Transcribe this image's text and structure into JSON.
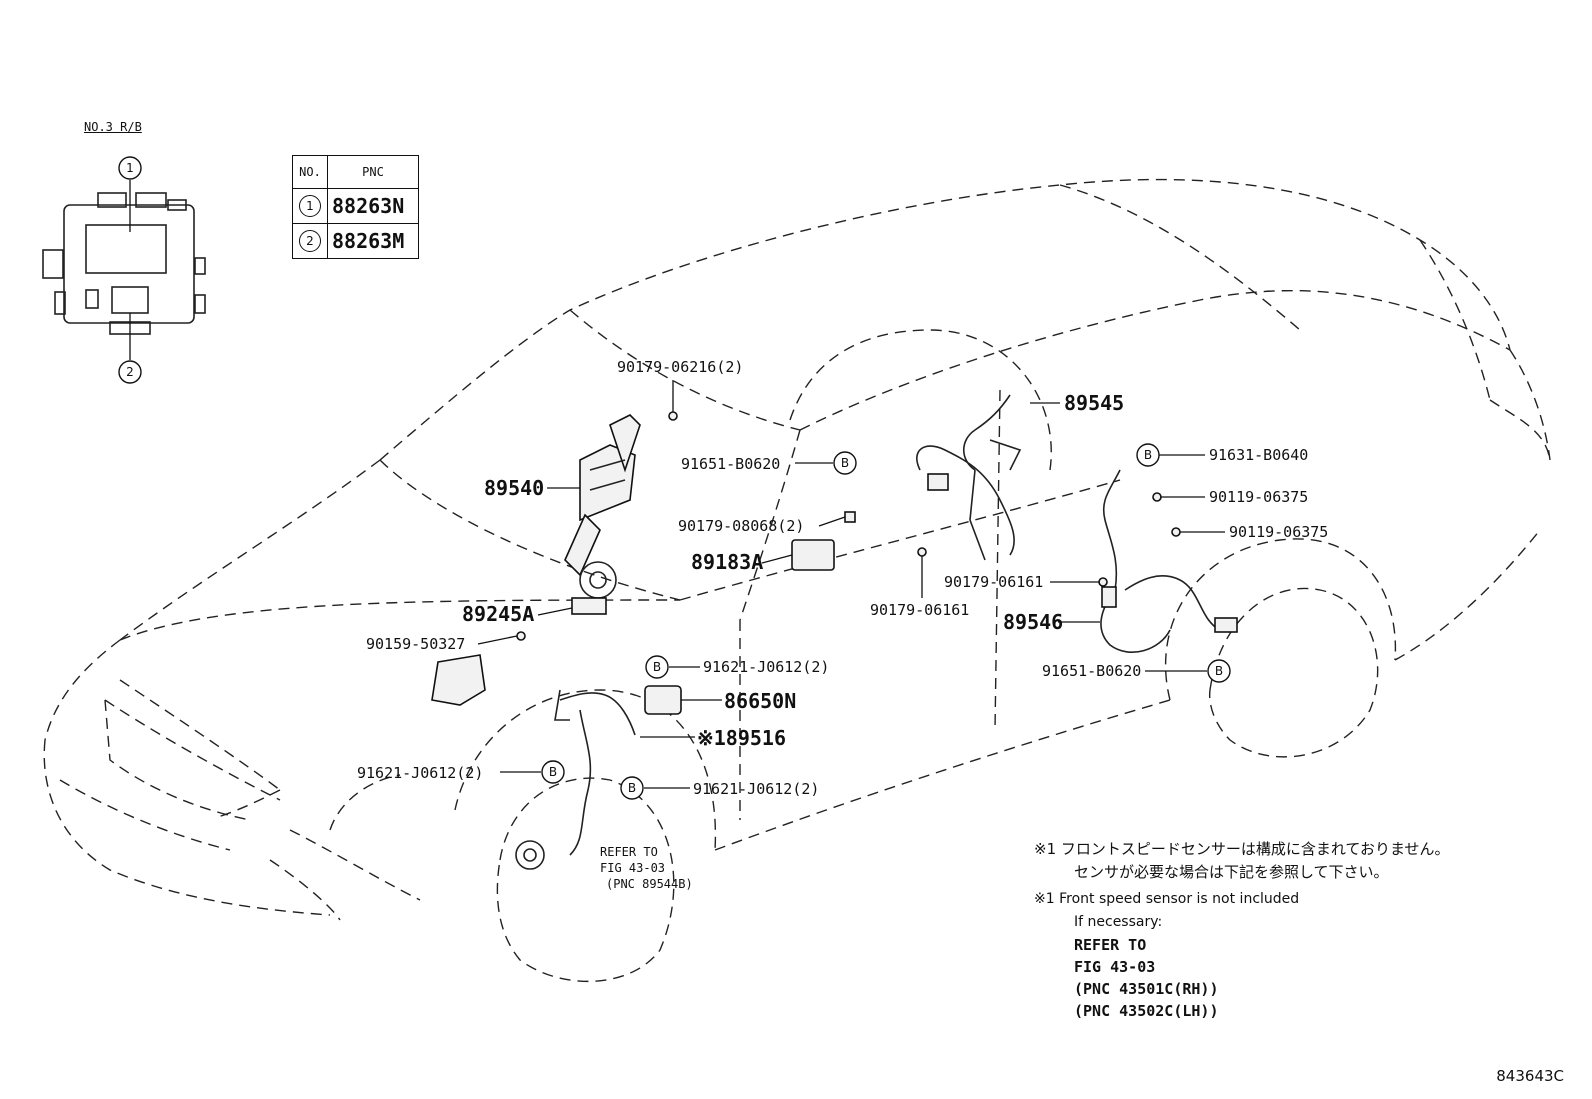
{
  "relay_block": {
    "title": "NO.3 R/B",
    "markers": [
      "1",
      "2"
    ]
  },
  "pnc_table": {
    "headers": [
      "NO.",
      "PNC"
    ],
    "rows": [
      {
        "no": "1",
        "pnc": "88263N"
      },
      {
        "no": "2",
        "pnc": "88263M"
      }
    ]
  },
  "callouts": {
    "p90179_06216": "90179-06216(2)",
    "p89540": "89540",
    "p91651_b0620_a": "91651-B0620",
    "p90179_08068": "90179-08068(2)",
    "p89183a": "89183A",
    "p89245a": "89245A",
    "p90159_50327": "90159-50327",
    "p91621_j0612_a": "91621-J0612(2)",
    "p86650n": "86650N",
    "p89516": "※189516",
    "p91621_j0612_b": "91621-J0612(2)",
    "p91621_j0612_c": "91621-J0612(2)",
    "p90179_06161_a": "90179-06161",
    "p90179_06161_b": "90179-06161",
    "p89545": "89545",
    "p91631_b0640": "91631-B0640",
    "p90119_06375_a": "90119-06375",
    "p90119_06375_b": "90119-06375",
    "p89546": "89546",
    "p91651_b0620_b": "91651-B0620",
    "bolt_marker": "B",
    "refer_small": [
      "REFER TO",
      "FIG 43-03",
      "(PNC 89544B)"
    ]
  },
  "notes": {
    "ja_line1": "※1 フロントスピードセンサーは構成に含まれておりません。",
    "ja_line2": "センサが必要な場合は下記を参照して下さい。",
    "en_line1": "※1 Front speed sensor is not included",
    "en_line2": "If necessary:",
    "refer": [
      "REFER TO",
      "FIG 43-03",
      "(PNC 43501C(RH))",
      "(PNC 43502C(LH))"
    ]
  },
  "figure_id": "843643C"
}
